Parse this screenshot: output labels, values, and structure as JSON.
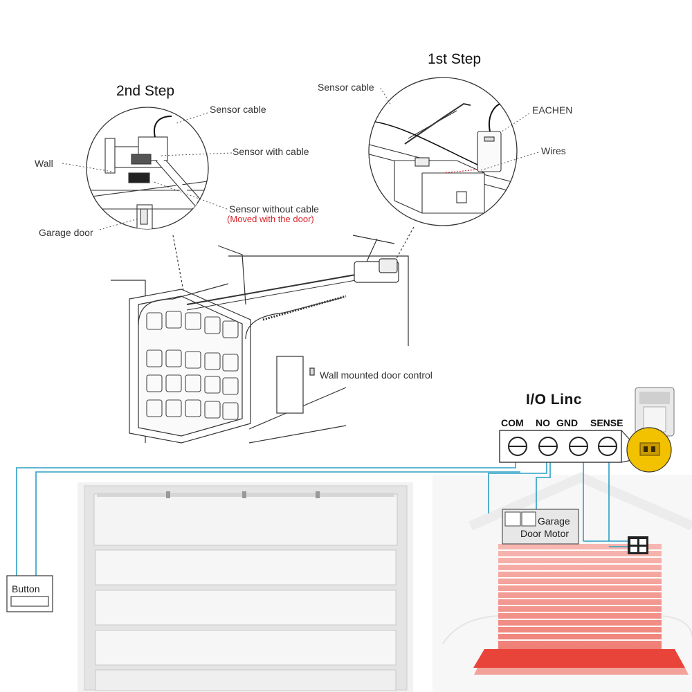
{
  "steps": {
    "step1": "1st Step",
    "step2": "2nd Step"
  },
  "step2_callouts": {
    "sensor_cable": "Sensor cable",
    "wall": "Wall",
    "sensor_with_cable": "Sensor with cable",
    "sensor_without_cable": "Sensor without cable",
    "moved_with_door": "(Moved with the door)",
    "garage_door": "Garage door"
  },
  "step1_callouts": {
    "sensor_cable": "Sensor cable",
    "eachen": "EACHEN",
    "wires": "Wires"
  },
  "scene": {
    "wall_control": "Wall mounted door control"
  },
  "io_linc": {
    "title": "I/O Linc",
    "terminals": [
      "COM",
      "NO",
      "GND",
      "SENSE"
    ]
  },
  "wiring": {
    "button": "Button",
    "motor_line1": "Garage",
    "motor_line2": "Door Motor"
  },
  "colors": {
    "wire": "#2a9ec4",
    "highlight": "#f2c200",
    "red_text": "#d8232a",
    "door_red": "#e8443a"
  }
}
